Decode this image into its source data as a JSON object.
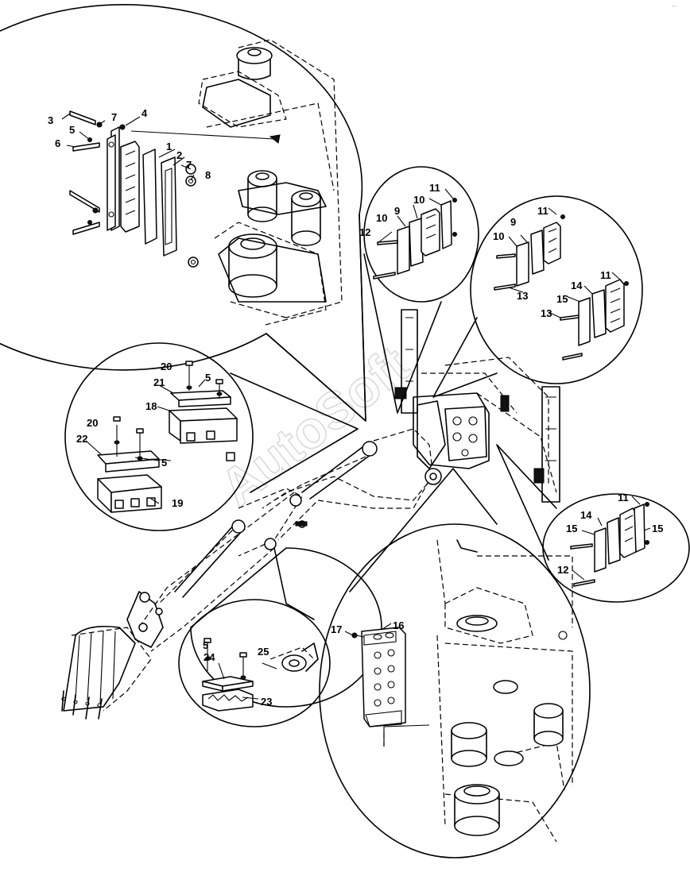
{
  "watermark": "AutoSoft",
  "callouts": [
    "1",
    "2",
    "3",
    "4",
    "5",
    "6",
    "7",
    "8",
    "9",
    "10",
    "11",
    "12",
    "13",
    "14",
    "15",
    "16",
    "17",
    "18",
    "19",
    "20",
    "21",
    "22",
    "23",
    "24",
    "25"
  ]
}
